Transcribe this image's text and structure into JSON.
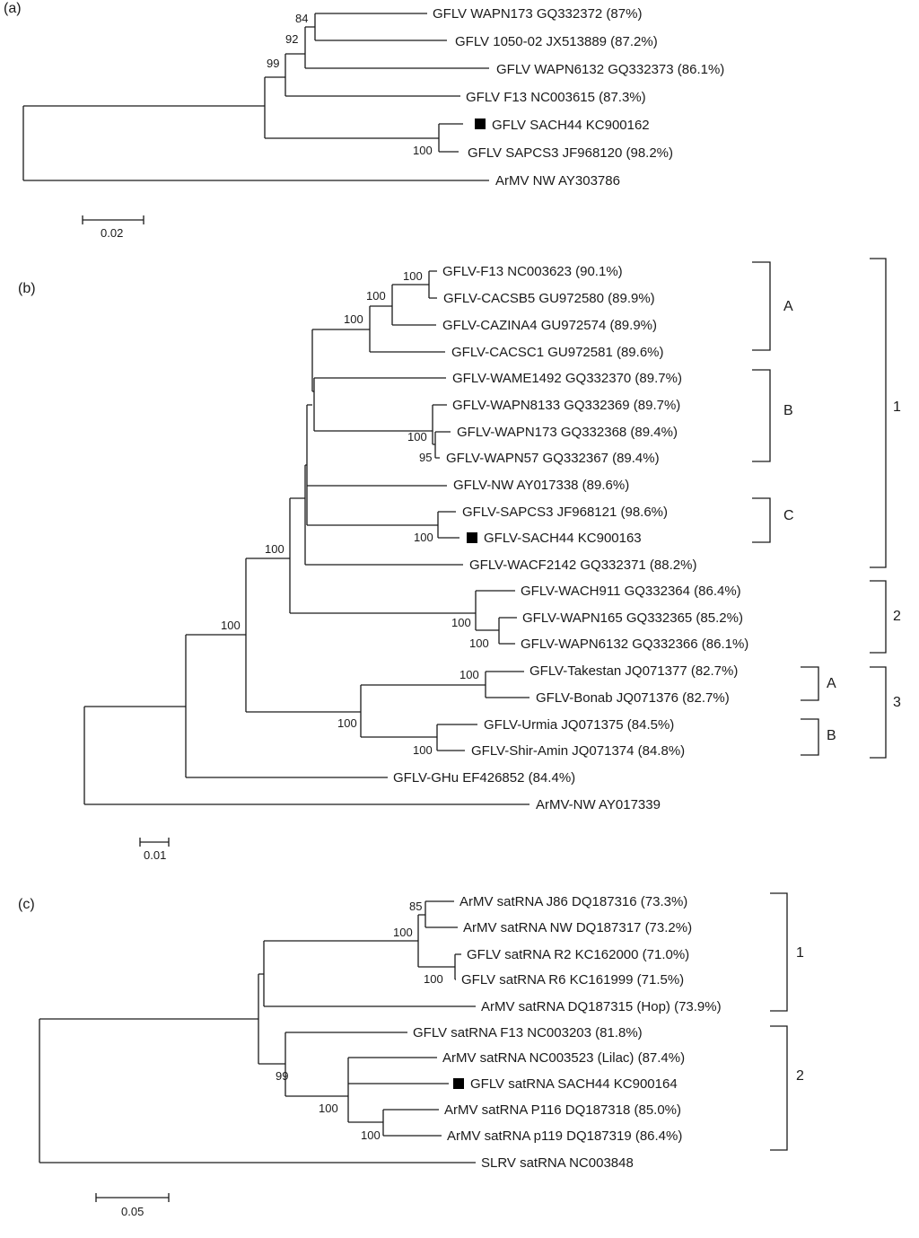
{
  "panels": [
    {
      "label": "(a)",
      "scale_label": "0.02",
      "taxa": [
        {
          "label": "GFLV WAPN173 GQ332372 (87%)",
          "marked": false
        },
        {
          "label": "GFLV 1050-02 JX513889 (87.2%)",
          "marked": false
        },
        {
          "label": "GFLV WAPN6132 GQ332373 (86.1%)",
          "marked": false
        },
        {
          "label": "GFLV F13 NC003615 (87.3%)",
          "marked": false
        },
        {
          "label": "GFLV SACH44 KC900162",
          "marked": true
        },
        {
          "label": "GFLV SAPCS3 JF968120 (98.2%)",
          "marked": false
        },
        {
          "label": "ArMV NW AY303786",
          "marked": false
        }
      ],
      "bootstrap": [
        "84",
        "92",
        "99",
        "100"
      ],
      "clades": []
    },
    {
      "label": "(b)",
      "scale_label": "0.01",
      "taxa": [
        {
          "label": "GFLV-F13 NC003623 (90.1%)",
          "marked": false
        },
        {
          "label": "GFLV-CACSB5 GU972580 (89.9%)",
          "marked": false
        },
        {
          "label": "GFLV-CAZINA4 GU972574 (89.9%)",
          "marked": false
        },
        {
          "label": "GFLV-CACSC1 GU972581 (89.6%)",
          "marked": false
        },
        {
          "label": "GFLV-WAME1492 GQ332370 (89.7%)",
          "marked": false
        },
        {
          "label": "GFLV-WAPN8133 GQ332369 (89.7%)",
          "marked": false
        },
        {
          "label": "GFLV-WAPN173 GQ332368 (89.4%)",
          "marked": false
        },
        {
          "label": "GFLV-WAPN57 GQ332367 (89.4%)",
          "marked": false
        },
        {
          "label": "GFLV-NW AY017338 (89.6%)",
          "marked": false
        },
        {
          "label": "GFLV-SAPCS3 JF968121 (98.6%)",
          "marked": false
        },
        {
          "label": "GFLV-SACH44 KC900163",
          "marked": true
        },
        {
          "label": "GFLV-WACF2142 GQ332371 (88.2%)",
          "marked": false
        },
        {
          "label": "GFLV-WACH911 GQ332364 (86.4%)",
          "marked": false
        },
        {
          "label": "GFLV-WAPN165 GQ332365 (85.2%)",
          "marked": false
        },
        {
          "label": "GFLV-WAPN6132 GQ332366 (86.1%)",
          "marked": false
        },
        {
          "label": "GFLV-Takestan JQ071377 (82.7%)",
          "marked": false
        },
        {
          "label": "GFLV-Bonab JQ071376 (82.7%)",
          "marked": false
        },
        {
          "label": "GFLV-Urmia JQ071375 (84.5%)",
          "marked": false
        },
        {
          "label": "GFLV-Shir-Amin JQ071374 (84.8%)",
          "marked": false
        },
        {
          "label": "GFLV-GHu EF426852 (84.4%)",
          "marked": false
        },
        {
          "label": "ArMV-NW AY017339",
          "marked": false
        }
      ],
      "bootstrap": [
        "100",
        "100",
        "100",
        "100",
        "95",
        "100",
        "100",
        "100",
        "100",
        "100",
        "100",
        "100",
        "100"
      ],
      "clades": [
        "A",
        "B",
        "C",
        "1",
        "2",
        "A",
        "B",
        "3"
      ]
    },
    {
      "label": "(c)",
      "scale_label": "0.05",
      "taxa": [
        {
          "label": "ArMV satRNA J86 DQ187316 (73.3%)",
          "marked": false
        },
        {
          "label": "ArMV satRNA NW DQ187317 (73.2%)",
          "marked": false
        },
        {
          "label": "GFLV satRNA R2 KC162000 (71.0%)",
          "marked": false
        },
        {
          "label": "GFLV satRNA R6 KC161999 (71.5%)",
          "marked": false
        },
        {
          "label": "ArMV satRNA DQ187315 (Hop) (73.9%)",
          "marked": false
        },
        {
          "label": "GFLV satRNA F13 NC003203 (81.8%)",
          "marked": false
        },
        {
          "label": "ArMV satRNA NC003523 (Lilac) (87.4%)",
          "marked": false
        },
        {
          "label": "GFLV satRNA SACH44 KC900164",
          "marked": true
        },
        {
          "label": "ArMV satRNA P116 DQ187318 (85.0%)",
          "marked": false
        },
        {
          "label": "ArMV satRNA p119 DQ187319 (86.4%)",
          "marked": false
        },
        {
          "label": "SLRV satRNA NC003848",
          "marked": false
        }
      ],
      "bootstrap": [
        "85",
        "100",
        "100",
        "99",
        "100",
        "100"
      ],
      "clades": [
        "1",
        "2"
      ]
    }
  ]
}
